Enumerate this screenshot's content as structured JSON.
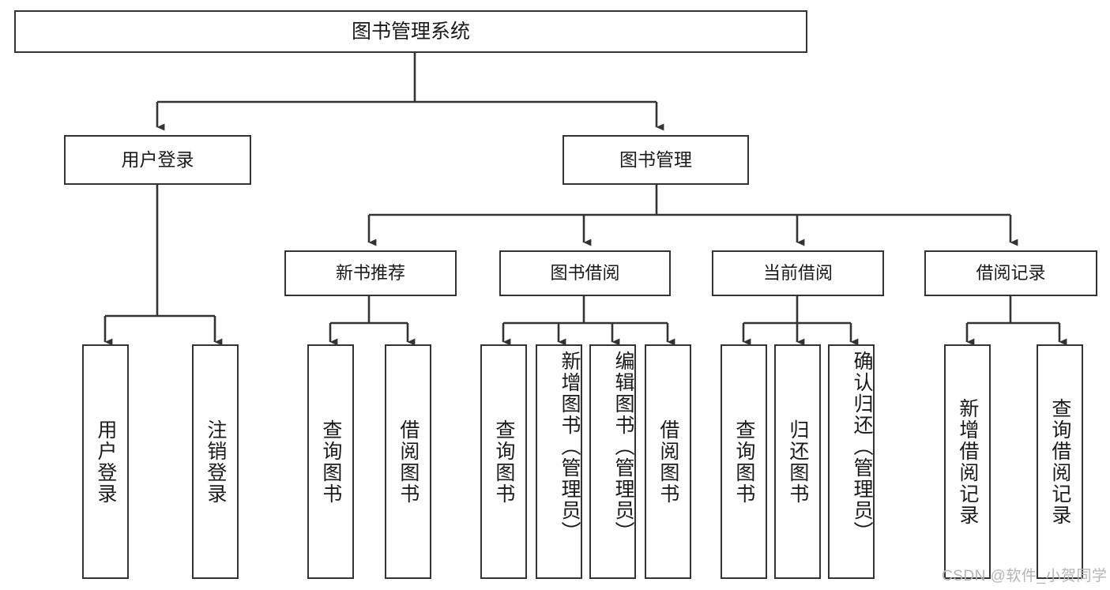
{
  "diagram": {
    "title": "图书管理系统",
    "type": "tree-hierarchy",
    "root": {
      "label": "图书管理系统"
    },
    "level1": [
      {
        "label": "用户登录"
      },
      {
        "label": "图书管理"
      }
    ],
    "level2": [
      {
        "label": "新书推荐"
      },
      {
        "label": "图书借阅"
      },
      {
        "label": "当前借阅"
      },
      {
        "label": "借阅记录"
      }
    ],
    "leaves": [
      {
        "label": "用户登录"
      },
      {
        "label": "注销登录"
      },
      {
        "label": "查询图书"
      },
      {
        "label": "借阅图书"
      },
      {
        "label": "查询图书"
      },
      {
        "label": "新增图书（管理员）"
      },
      {
        "label": "编辑图书（管理员）"
      },
      {
        "label": "借阅图书"
      },
      {
        "label": "查询图书"
      },
      {
        "label": "归还图书"
      },
      {
        "label": "确认归还（管理员）"
      },
      {
        "label": "新增借阅记录"
      },
      {
        "label": "查询借阅记录"
      }
    ]
  },
  "watermark": {
    "text": "CSDN @软件_小贺同学"
  },
  "colors": {
    "stroke": "#333333",
    "background": "#ffffff",
    "text": "#1a1a1a",
    "watermark": "#b5b5b5"
  }
}
